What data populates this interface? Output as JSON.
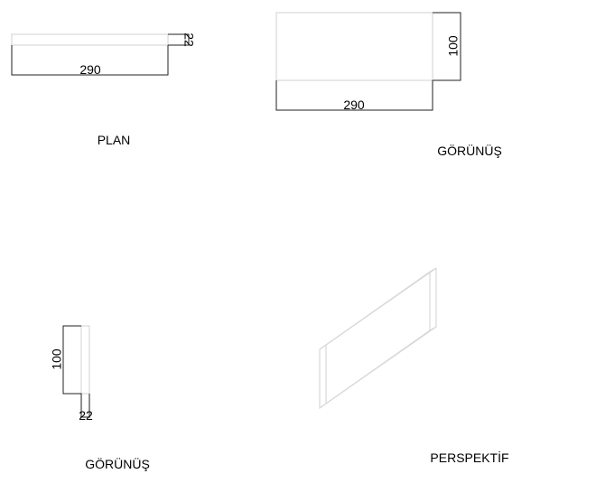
{
  "views": {
    "plan": {
      "title": "PLAN",
      "width_label": "290",
      "depth_label": "22"
    },
    "front": {
      "title": "GÖRÜNÜŞ",
      "width_label": "290",
      "height_label": "100"
    },
    "side": {
      "title": "GÖRÜNÜŞ",
      "height_label": "100",
      "depth_label": "22"
    },
    "perspective": {
      "title": "PERSPEKTİF"
    }
  },
  "colors": {
    "object_line": "#d8d8d8",
    "dimension_line": "#222222"
  }
}
